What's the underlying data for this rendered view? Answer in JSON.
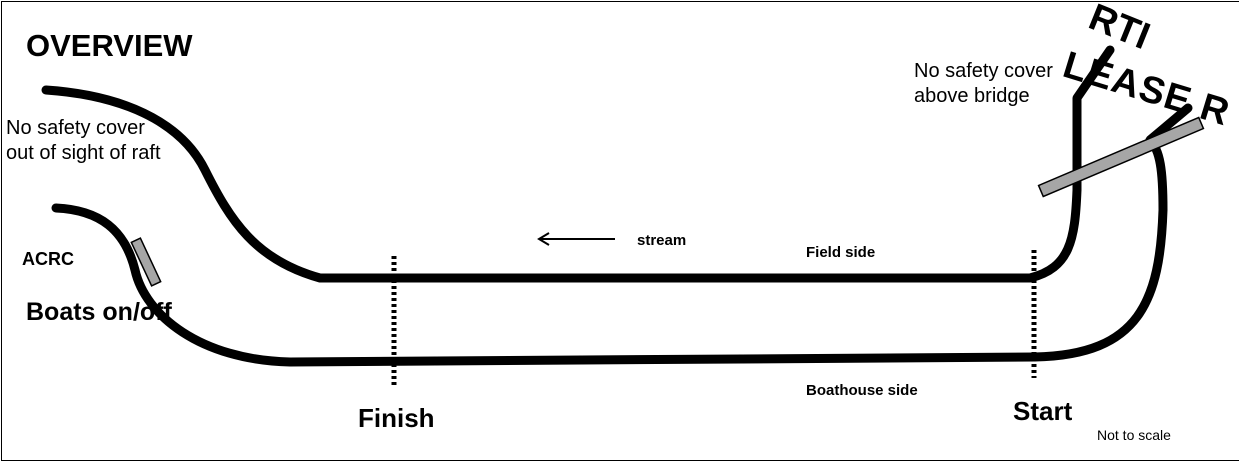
{
  "diagram": {
    "title": "OVERVIEW",
    "notes": {
      "left": "No safety cover out of sight of raft",
      "right": "No safety cover above bridge"
    },
    "club": "ACRC",
    "boats": "Boats on/off",
    "stream": "stream",
    "field_side": "Field side",
    "boathouse_side": "Boathouse side",
    "finish": "Finish",
    "start": "Start",
    "scale_note": "Not to scale",
    "stamp_lines": [
      "RTI",
      "LEASE R"
    ],
    "colors": {
      "river": "#000000",
      "bridge_fill": "#a6a6a6",
      "text": "#000000"
    },
    "icons": {
      "stream_direction": "left-arrow-icon"
    }
  }
}
